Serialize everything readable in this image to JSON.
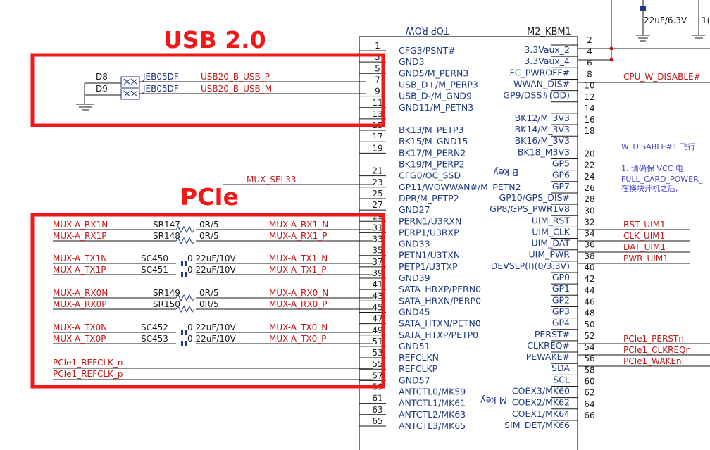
{
  "annotations": {
    "usb_label": "USB 2.0",
    "pcie_label": "PCIe",
    "box_color": "#f01818"
  },
  "colors": {
    "net": "#c01818",
    "part": "#1e3a80",
    "black": "#1a1a1a",
    "wire": "#000000"
  },
  "connector": {
    "top_text": "TOP ROW",
    "name": "M2_KBM1",
    "b_key": "B key",
    "m_key": "M key"
  },
  "left_pins": [
    {
      "num": "1",
      "name": "CFG3/PSNT#"
    },
    {
      "num": "3",
      "name": "GND3"
    },
    {
      "num": "5",
      "name": "GND5/M_PERN3"
    },
    {
      "num": "7",
      "name": "USB_D+/M_PERP3"
    },
    {
      "num": "9",
      "name": "USB_D-/M_GND9"
    },
    {
      "num": "11",
      "name": "GND11/M_PETN3"
    },
    {
      "num": "13",
      "name": ""
    },
    {
      "num": "15",
      "name": "BK13/M_PETP3"
    },
    {
      "num": "17",
      "name": "BK15/M_GND15"
    },
    {
      "num": "19",
      "name": "BK17/M_PERN2"
    },
    {
      "num": "",
      "name": "BK19/M_PERP2"
    },
    {
      "num": "21",
      "name": "CFG0/OC_SSD"
    },
    {
      "num": "23",
      "name": "GP11/WOWWAN#/M_PETN2"
    },
    {
      "num": "25",
      "name": "DPR/M_PETP2"
    },
    {
      "num": "27",
      "name": "GND27"
    },
    {
      "num": "29",
      "name": "PERN1/U3RXN"
    },
    {
      "num": "31",
      "name": "PERP1/U3RXP"
    },
    {
      "num": "33",
      "name": "GND33"
    },
    {
      "num": "35",
      "name": "PETN1/U3TXN"
    },
    {
      "num": "37",
      "name": "PETP1/U3TXP"
    },
    {
      "num": "39",
      "name": "GND39"
    },
    {
      "num": "41",
      "name": "SATA_HRXP/PERN0"
    },
    {
      "num": "43",
      "name": "SATA_HRXN/PERP0"
    },
    {
      "num": "45",
      "name": "GND45"
    },
    {
      "num": "47",
      "name": "SATA_HTXN/PETN0"
    },
    {
      "num": "49",
      "name": "SATA_HTXP/PETP0"
    },
    {
      "num": "51",
      "name": "GND51"
    },
    {
      "num": "53",
      "name": "REFCLKN"
    },
    {
      "num": "55",
      "name": "REFCLKP"
    },
    {
      "num": "57",
      "name": "GND57"
    },
    {
      "num": "59",
      "name": "ANTCTL0/MK59"
    },
    {
      "num": "61",
      "name": "ANTCTL1/MK61"
    },
    {
      "num": "63",
      "name": "ANTCTL2/MK63"
    },
    {
      "num": "65",
      "name": "ANTCTL3/MK65"
    }
  ],
  "right_pins": [
    {
      "num": "2",
      "name": "3.3Vaux_2"
    },
    {
      "num": "4",
      "name": "3.3Vaux_4"
    },
    {
      "num": "6",
      "name": "FC_PWROFF#"
    },
    {
      "num": "8",
      "name": "WWAN_DIS#"
    },
    {
      "num": "10",
      "name": "GP9/DSS#(OD)"
    },
    {
      "num": "12",
      "name": ""
    },
    {
      "num": "14",
      "name": "BK12/M_3V3"
    },
    {
      "num": "16",
      "name": "BK14/M_3V3"
    },
    {
      "num": "18",
      "name": "BK16/M_3V3"
    },
    {
      "num": "",
      "name": "BK18_M3V3"
    },
    {
      "num": "20",
      "name": "GP5"
    },
    {
      "num": "22",
      "name": "GP6"
    },
    {
      "num": "24",
      "name": "GP7"
    },
    {
      "num": "26",
      "name": "GP10/GPS_DIS#"
    },
    {
      "num": "28",
      "name": "GP8/GPS_PWR1V8"
    },
    {
      "num": "30",
      "name": "UIM_RST"
    },
    {
      "num": "32",
      "name": "UIM_CLK"
    },
    {
      "num": "34",
      "name": "UIM_DAT"
    },
    {
      "num": "36",
      "name": "UIM_PWR"
    },
    {
      "num": "38",
      "name": "DEVSLP(I)(0/3.3V)"
    },
    {
      "num": "40",
      "name": "GP0"
    },
    {
      "num": "42",
      "name": "GP1"
    },
    {
      "num": "44",
      "name": "GP2"
    },
    {
      "num": "46",
      "name": "GP3"
    },
    {
      "num": "48",
      "name": "GP4"
    },
    {
      "num": "50",
      "name": "PERST#"
    },
    {
      "num": "52",
      "name": "CLKREQ#"
    },
    {
      "num": "54",
      "name": "PEWAKE#"
    },
    {
      "num": "56",
      "name": "SDA"
    },
    {
      "num": "58",
      "name": "SCL"
    },
    {
      "num": "60",
      "name": "COEX3/MK60"
    },
    {
      "num": "62",
      "name": "COEX2/MK62"
    },
    {
      "num": "64",
      "name": "COEX1/MK64"
    },
    {
      "num": "66",
      "name": "SIM_DET/MK66"
    }
  ],
  "usb": {
    "d8": "D8",
    "d9": "D9",
    "part8": "JEB05DF",
    "part9": "JEB05DF",
    "net_p": "USB20_B_USB_P",
    "net_m": "USB20_B_USB_M"
  },
  "mux_sel": "MUX_SEL33",
  "pcie_rows": [
    {
      "left": "MUX-A_RX1N",
      "ref": "SR147",
      "val": "0R/5",
      "right": "MUX-A_RX1_N",
      "type": "res"
    },
    {
      "left": "MUX-A_RX1P",
      "ref": "SR148",
      "val": "0R/5",
      "right": "MUX-A_RX1_P",
      "type": "res"
    },
    {
      "left": "MUX-A_TX1N",
      "ref": "SC450",
      "val": "0.22uF/10V",
      "right": "MUX-A_TX1_N",
      "type": "cap"
    },
    {
      "left": "MUX-A_TX1P",
      "ref": "SC451",
      "val": "0.22uF/10V",
      "right": "MUX-A_TX1_P",
      "type": "cap"
    },
    {
      "left": "MUX-A_RX0N",
      "ref": "SR149",
      "val": "0R/5",
      "right": "MUX-A_RX0_N",
      "type": "res"
    },
    {
      "left": "MUX-A_RX0P",
      "ref": "SR150",
      "val": "0R/5",
      "right": "MUX-A_RX0_P",
      "type": "res"
    },
    {
      "left": "MUX-A_TX0N",
      "ref": "SC452",
      "val": "0.22uF/10V",
      "right": "MUX-A_TX0_N",
      "type": "cap"
    },
    {
      "left": "MUX-A_TX0P",
      "ref": "SC453",
      "val": "0.22uF/10V",
      "right": "MUX-A_TX0_P",
      "type": "cap"
    }
  ],
  "refclk": {
    "n": "PCIe1_REFCLK_n",
    "p": "PCIe1_REFCLK_p"
  },
  "right_nets": {
    "cpu_w_disable": "CPU_W_DISABLE#",
    "rst": "RST_UIM1",
    "clk": "CLK_UIM1",
    "dat": "DAT_UIM1",
    "pwr": "PWR_UIM1",
    "perst": "PCIe1_PERSTn",
    "clkreq": "PCIe1_CLKREQn",
    "wake": "PCIe1_WAKEn"
  },
  "note": {
    "line1": "W_DISABLE#1 飞行",
    "line2": "1. 请确保 VCC 电",
    "line3": "FULL_CARD_POWER_",
    "line4": "在模块开机之后,"
  },
  "cap_label": "22uF/6.3V",
  "cap_label2": "1("
}
